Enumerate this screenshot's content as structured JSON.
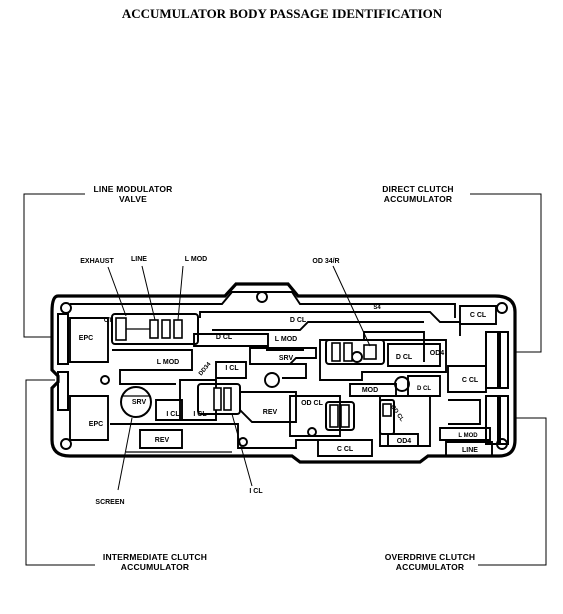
{
  "title": "ACCUMULATOR BODY PASSAGE IDENTIFICATION",
  "callouts": {
    "line_modulator_valve": [
      "LINE MODULATOR",
      "VALVE"
    ],
    "direct_clutch_accumulator": [
      "DIRECT CLUTCH",
      "ACCUMULATOR"
    ],
    "intermediate_clutch_accumulator": [
      "INTERMEDIATE CLUTCH",
      "ACCUMULATOR"
    ],
    "overdrive_clutch_accumulator": [
      "OVERDRIVE CLUTCH",
      "ACCUMULATOR"
    ]
  },
  "passage_labels": {
    "exhaust": "EXHAUST",
    "line_top": "LINE",
    "l_mod_top": "L MOD",
    "od_34r": "OD 34/R",
    "epc_upper": "EPC",
    "epc_lower": "EPC",
    "l_mod_left": "L MOD",
    "d_cl_left": "D CL",
    "d_cl_top": "D CL",
    "l_mod_center": "L MOD",
    "srv_center": "SRV",
    "i_cl_upper": "I CL",
    "i_cl_lower_a": "I CL",
    "i_cl_lower_b": "I CL",
    "srv_left": "SRV",
    "rev_left": "REV",
    "rev_center": "REV",
    "s4": "S4",
    "c_cl_top": "C CL",
    "d_cl_right": "D CL",
    "od4_upper": "OD4",
    "c_cl_right": "C CL",
    "mod": "MOD",
    "d_cl_small": "D CL",
    "od_cl": "OD CL",
    "od4_lower": "OD4",
    "c_cl_bottom": "C CL",
    "l_mod_bottom": "L MOD",
    "line_bottom": "LINE",
    "screen": "SCREEN",
    "i_cl_bottom": "I CL",
    "ot": "OT",
    "od_cl_small": "OD CL",
    "dd_34": "DD34"
  }
}
